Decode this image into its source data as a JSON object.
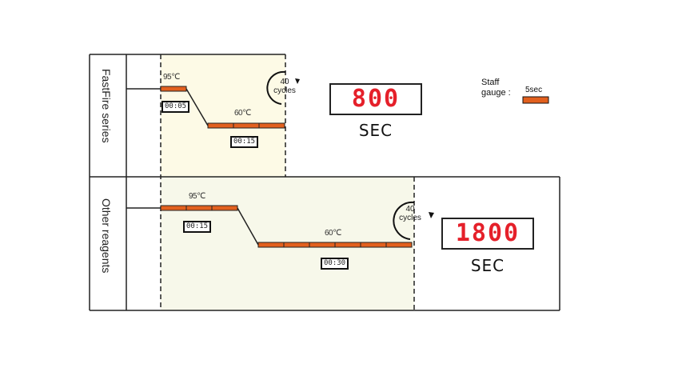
{
  "colors": {
    "step_bar": "#e2601e",
    "fastfire_bg": "#fdfae6",
    "other_bg": "#f7f8ea",
    "lcd_digits": "#e5202a"
  },
  "legend": {
    "label_line1": "Staff",
    "label_line2": "gauge :",
    "unit": "5sec",
    "icon": "orange-bar-swatch"
  },
  "rows": [
    {
      "name": "FastFire series",
      "denature": {
        "temp": "95℃",
        "time": "00:05",
        "segments": 1
      },
      "anneal": {
        "temp": "60℃",
        "time": "00:15",
        "segments": 3
      },
      "cycles_number": "40",
      "cycles_word": "cycles",
      "total": "800",
      "unit": "SEC"
    },
    {
      "name": "Other reagents",
      "denature": {
        "temp": "95℃",
        "time": "00:15",
        "segments": 3
      },
      "anneal": {
        "temp": "60℃",
        "time": "00:30",
        "segments": 6
      },
      "cycles_number": "40",
      "cycles_word": "cycles",
      "total": "1800",
      "unit": "SEC"
    }
  ]
}
